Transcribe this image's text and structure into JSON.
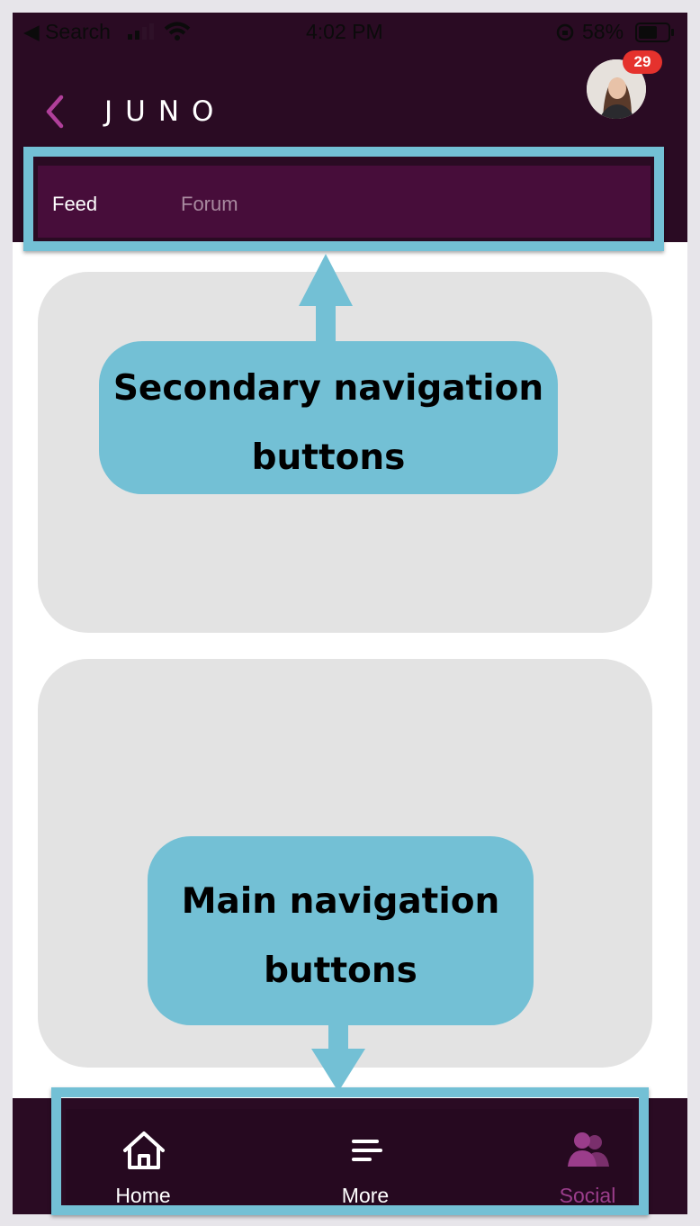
{
  "status_bar": {
    "back_label": "◀ Search",
    "time": "4:02 PM",
    "battery": "58%"
  },
  "header": {
    "logo": "JUNO",
    "notification_count": "29"
  },
  "secondary_nav": {
    "tabs": [
      {
        "label": "Feed",
        "active": true
      },
      {
        "label": "Forum",
        "active": false
      }
    ]
  },
  "annotations": {
    "secondary_callout_line1": "Secondary navigation",
    "secondary_callout_line2": "buttons",
    "main_callout_line1": "Main navigation",
    "main_callout_line2": "buttons"
  },
  "bottom_nav": {
    "items": [
      {
        "label": "Home",
        "icon": "home-icon",
        "active": false
      },
      {
        "label": "More",
        "icon": "menu-icon",
        "active": false
      },
      {
        "label": "Social",
        "icon": "people-icon",
        "active": true
      }
    ]
  },
  "colors": {
    "header_bg": "#2a0b23",
    "secondary_bg": "#470d3a",
    "accent": "#9b3d8b",
    "callout": "#73c0d5",
    "card": "#e3e3e3",
    "badge": "#e5322d"
  }
}
